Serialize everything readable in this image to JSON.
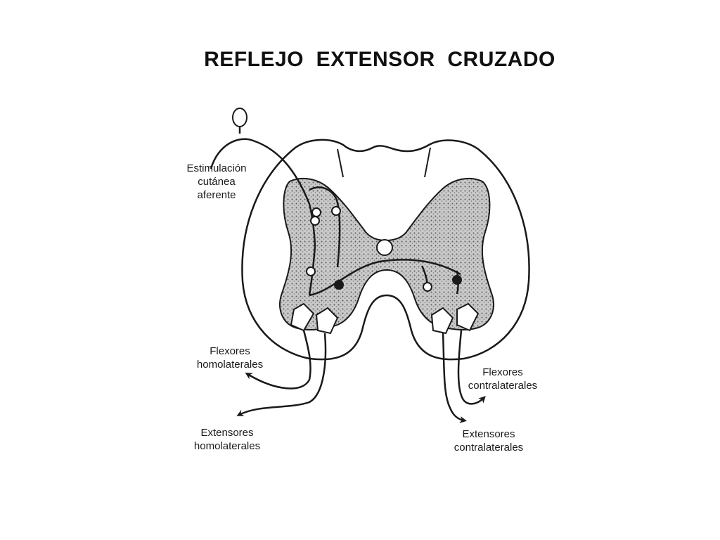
{
  "title": "REFLEJO  EXTENSOR  CRUZADO",
  "labels": {
    "stimulus": [
      "Estimulación",
      "cutánea",
      "aferente"
    ],
    "flexors_homolateral": [
      "Flexores",
      "homolaterales"
    ],
    "extensors_homolateral": [
      "Extensores",
      "homolaterales"
    ],
    "flexors_contralateral": [
      "Flexores",
      "contralaterales"
    ],
    "extensors_contralateral": [
      "Extensores",
      "contralaterales"
    ]
  },
  "colors": {
    "ink": "#1a1a1a",
    "gray_matter": "#9a9a9a",
    "background": "#ffffff"
  }
}
